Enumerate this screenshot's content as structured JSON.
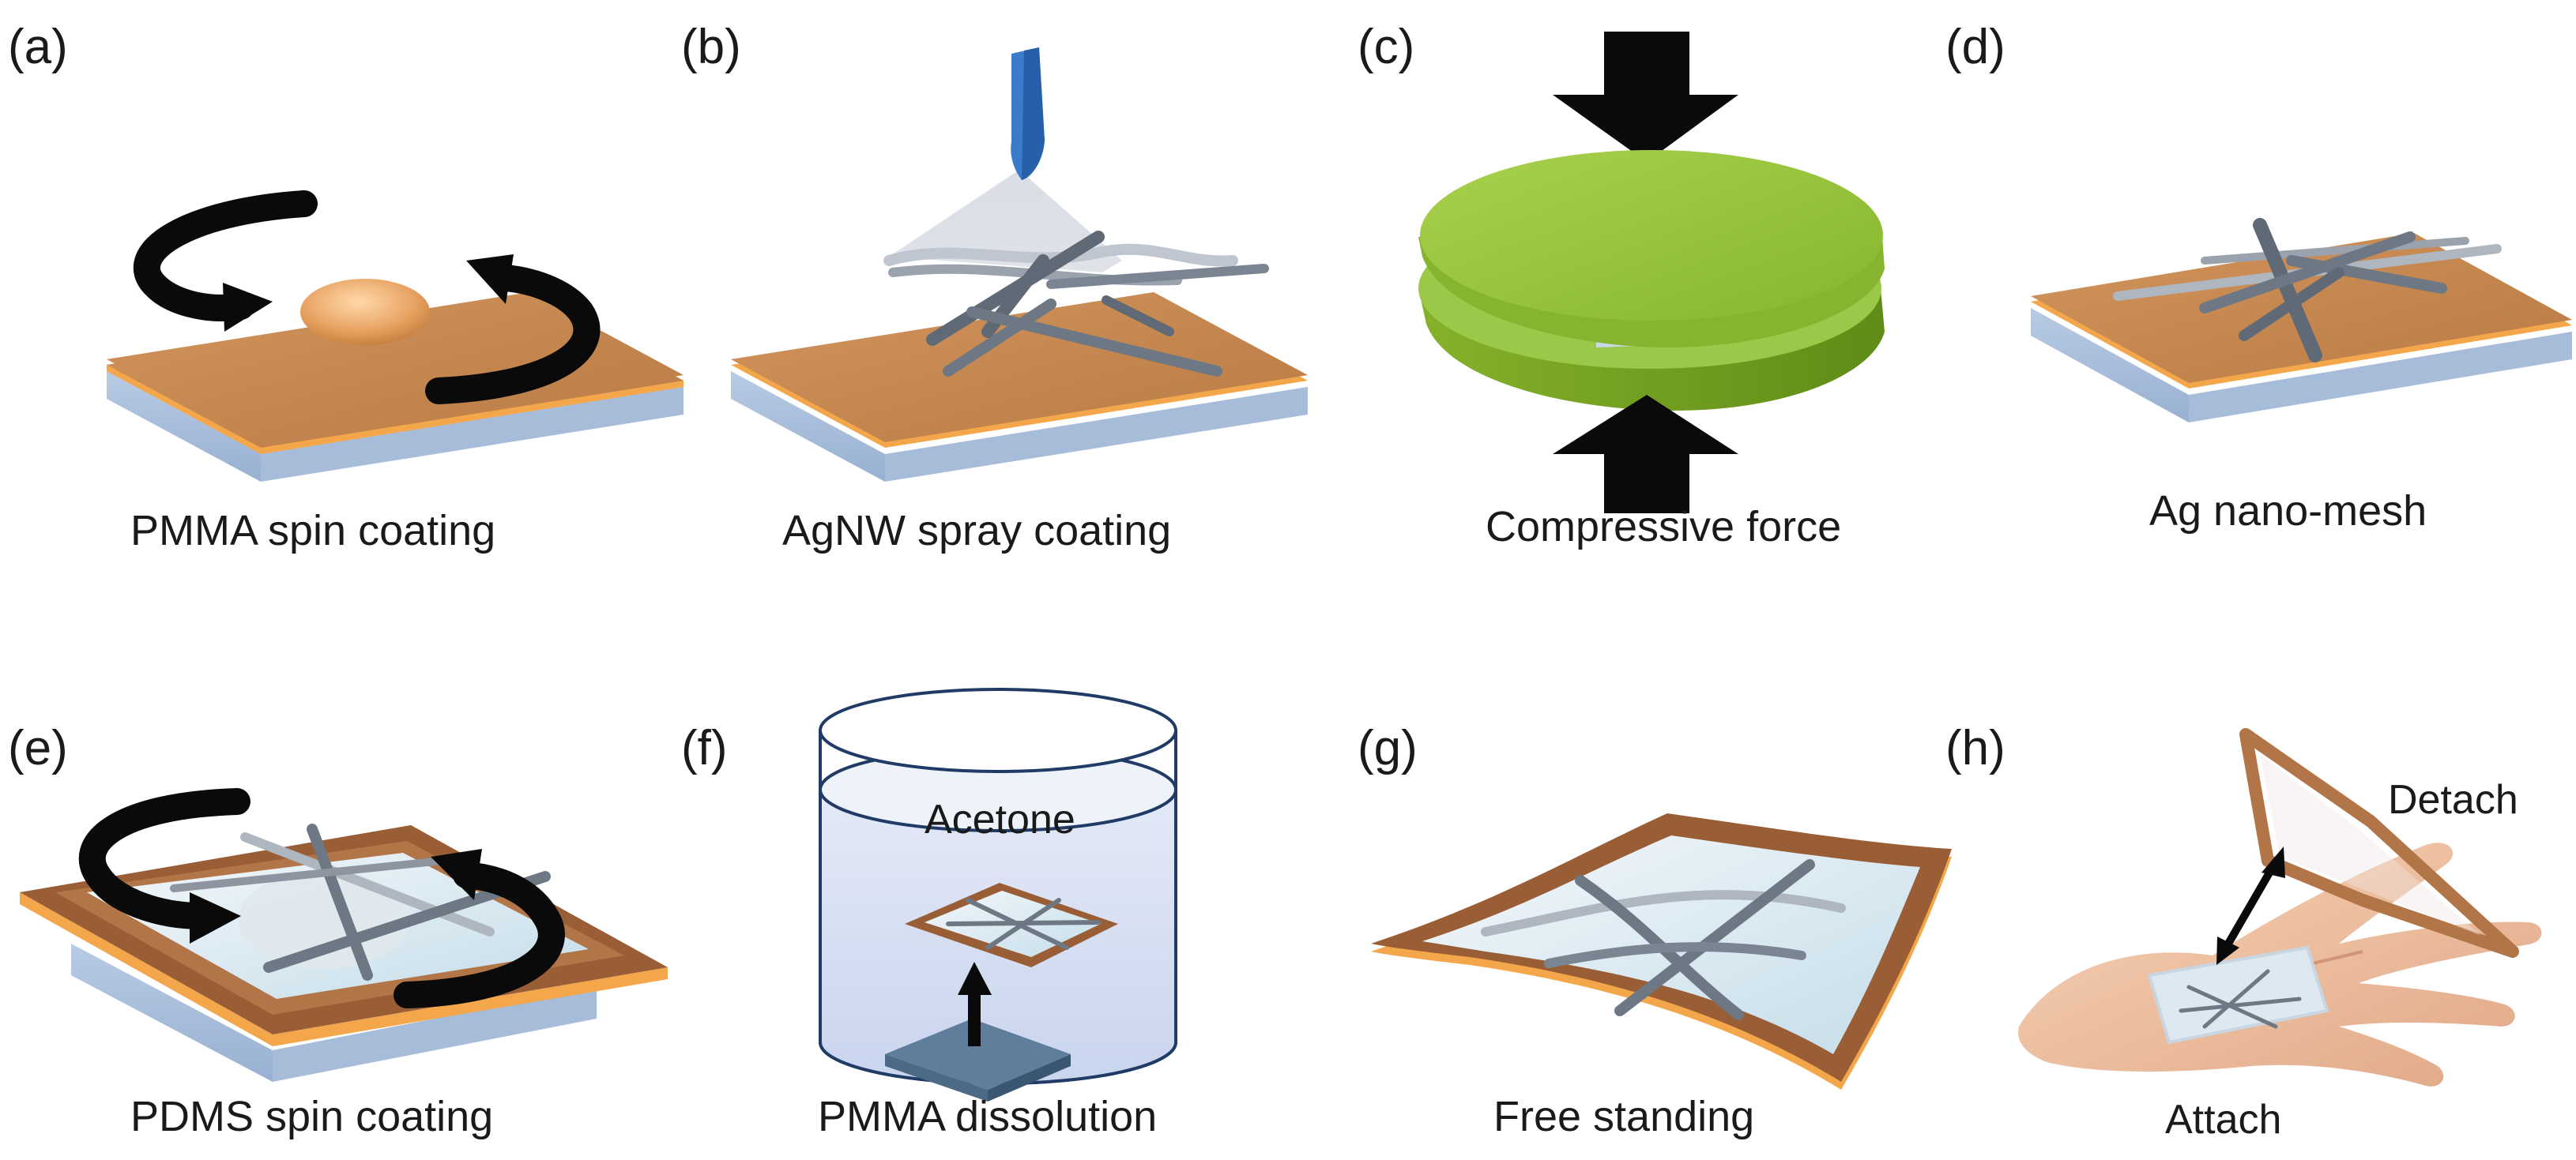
{
  "panels": [
    {
      "letter": "(a)",
      "caption": "PMMA spin coating"
    },
    {
      "letter": "(b)",
      "caption": "AgNW spray coating"
    },
    {
      "letter": "(c)",
      "caption": "Compressive force"
    },
    {
      "letter": "(d)",
      "caption": "Ag nano-mesh"
    },
    {
      "letter": "(e)",
      "caption": "PDMS spin coating"
    },
    {
      "letter": "(f)",
      "caption": "PMMA dissolution",
      "inner_label": "Acetone"
    },
    {
      "letter": "(g)",
      "caption": "Free standing"
    },
    {
      "letter": "(h)",
      "caption": "",
      "labels": {
        "detach": "Detach",
        "attach": "Attach"
      }
    }
  ],
  "colors": {
    "substrate_top": "#c98a52",
    "substrate_side": "#a8bedb",
    "pmma_edge": "#f4a64a",
    "wire": "#6d7884",
    "press_green": "#9cc84a",
    "arrow": "#0a0a0a",
    "nozzle": "#3a7cc9",
    "frame_brown": "#9a5e36",
    "beaker_line": "#1f3b66",
    "skin": "#f2c5a6"
  },
  "icons": [
    "rotation-arrow-icon",
    "spray-nozzle-icon",
    "press-arrow-icon",
    "beaker-icon",
    "lift-arrow-icon",
    "hand-icon",
    "double-arrow-icon"
  ]
}
